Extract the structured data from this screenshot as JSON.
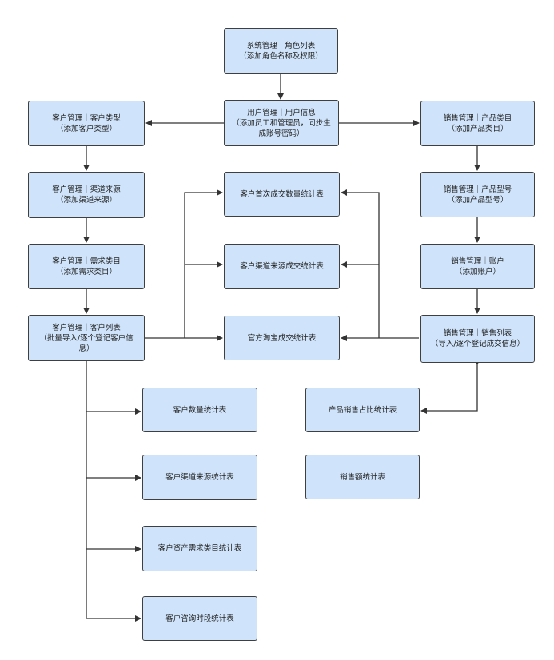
{
  "colors": {
    "node_fill": "#cfe3fa",
    "node_border": "#3f3f3f",
    "connector": "#333333"
  },
  "nodes": {
    "role_list": [
      "系统管理｜角色列表",
      "（添加角色名称及权限）"
    ],
    "user_info": [
      "用户管理｜用户信息",
      "（添加员工和管理员，同步生",
      "成账号密码）"
    ],
    "customer_type": [
      "客户管理｜客户类型",
      "（添加客户类型）"
    ],
    "channel_source": [
      "客户管理｜渠道来源",
      "（添加渠道来源）"
    ],
    "demand_category": [
      "客户管理｜需求类目",
      "（添加需求类目）"
    ],
    "customer_list": [
      "客户管理｜客户列表",
      "（批量导入/逐个登记客户信",
      "息）"
    ],
    "product_category": [
      "销售管理｜产品类目",
      "（添加产品类目）"
    ],
    "product_model": [
      "销售管理｜产品型号",
      "（添加产品型号）"
    ],
    "account": [
      "销售管理｜账户",
      "（添加账户）"
    ],
    "sales_list": [
      "销售管理｜销售列表",
      "（导入/逐个登记成交信息）"
    ],
    "first_deal_stats": [
      "客户首次成交数量统计表"
    ],
    "channel_deal_stats": [
      "客户渠道来源成交统计表"
    ],
    "taobao_deal_stats": [
      "官方淘宝成交统计表"
    ],
    "customer_count_stats": [
      "客户数量统计表"
    ],
    "customer_channel_stats": [
      "客户渠道来源统计表"
    ],
    "customer_demand_stats": [
      "客户资产需求类目统计表"
    ],
    "customer_consult_time_stats": [
      "客户咨询时段统计表"
    ],
    "product_sales_ratio_stats": [
      "产品销售占比统计表"
    ],
    "sales_amount_stats": [
      "销售额统计表"
    ]
  }
}
